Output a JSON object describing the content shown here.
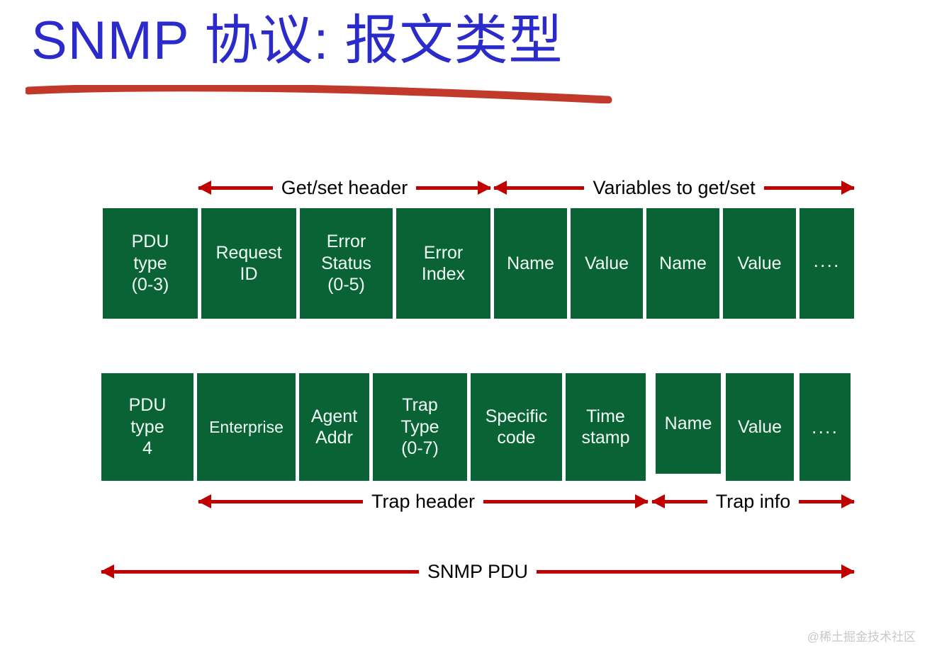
{
  "slide": {
    "title": "SNMP 协议: 报文类型",
    "title_color": "#2b2bcc",
    "underline_color": "#c0392b",
    "field_fill_color": "#0a6334",
    "field_text_color": "#f2fff7",
    "arrow_color": "#c00000",
    "background_color": "#ffffff"
  },
  "watermark": {
    "text": "@稀土掘金技术社区"
  },
  "get_set_pdu": {
    "annotations": [
      {
        "label": "Get/set header"
      },
      {
        "label": "Variables to get/set"
      }
    ],
    "fields": [
      {
        "label": "PDU\ntype\n(0-3)"
      },
      {
        "label": "Request\nID"
      },
      {
        "label": "Error\nStatus\n(0-5)"
      },
      {
        "label": "Error\nIndex"
      },
      {
        "label": "Name"
      },
      {
        "label": "Value"
      },
      {
        "label": "Name"
      },
      {
        "label": "Value"
      },
      {
        "label": "...."
      }
    ]
  },
  "trap_pdu": {
    "annotations": [
      {
        "label": "Trap header"
      },
      {
        "label": "Trap info"
      }
    ],
    "fields": [
      {
        "label": "PDU\ntype\n4"
      },
      {
        "label": "Enterprise"
      },
      {
        "label": "Agent\nAddr"
      },
      {
        "label": "Trap\nType\n(0-7)"
      },
      {
        "label": "Specific\ncode"
      },
      {
        "label": "Time\nstamp"
      },
      {
        "label": "Name"
      },
      {
        "label": "Value"
      },
      {
        "label": "...."
      }
    ]
  },
  "overall": {
    "label": "SNMP PDU"
  }
}
